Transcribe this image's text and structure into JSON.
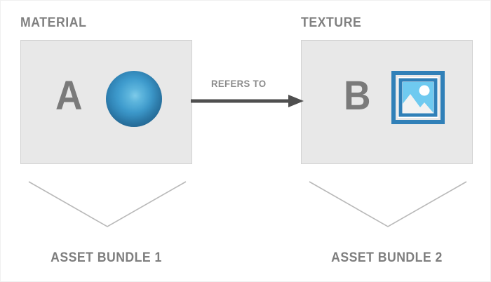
{
  "diagram": {
    "title_material": "MATERIAL",
    "title_texture": "TEXTURE",
    "relation_label": "REFERS TO",
    "assets": {
      "material": {
        "letter": "A",
        "preview_icon": "sphere-icon"
      },
      "texture": {
        "letter": "B",
        "preview_icon": "picture-icon"
      }
    },
    "bundles": {
      "left_label": "ASSET BUNDLE 1",
      "right_label": "ASSET BUNDLE 2"
    },
    "colors": {
      "background": "#ffffff",
      "panel_fill": "#e8e8e8",
      "panel_border": "#d2d2d2",
      "text_gray": "#808080",
      "letter_gray": "#7a7a7a",
      "arrow_gray": "#4f4f4f",
      "chevron_gray": "#b9b9b9",
      "accent_blue": "#3080b8",
      "sky_blue": "#6fcaf0",
      "sphere_highlight": "#7ecbea",
      "sphere_shadow": "#2a5f88"
    }
  }
}
